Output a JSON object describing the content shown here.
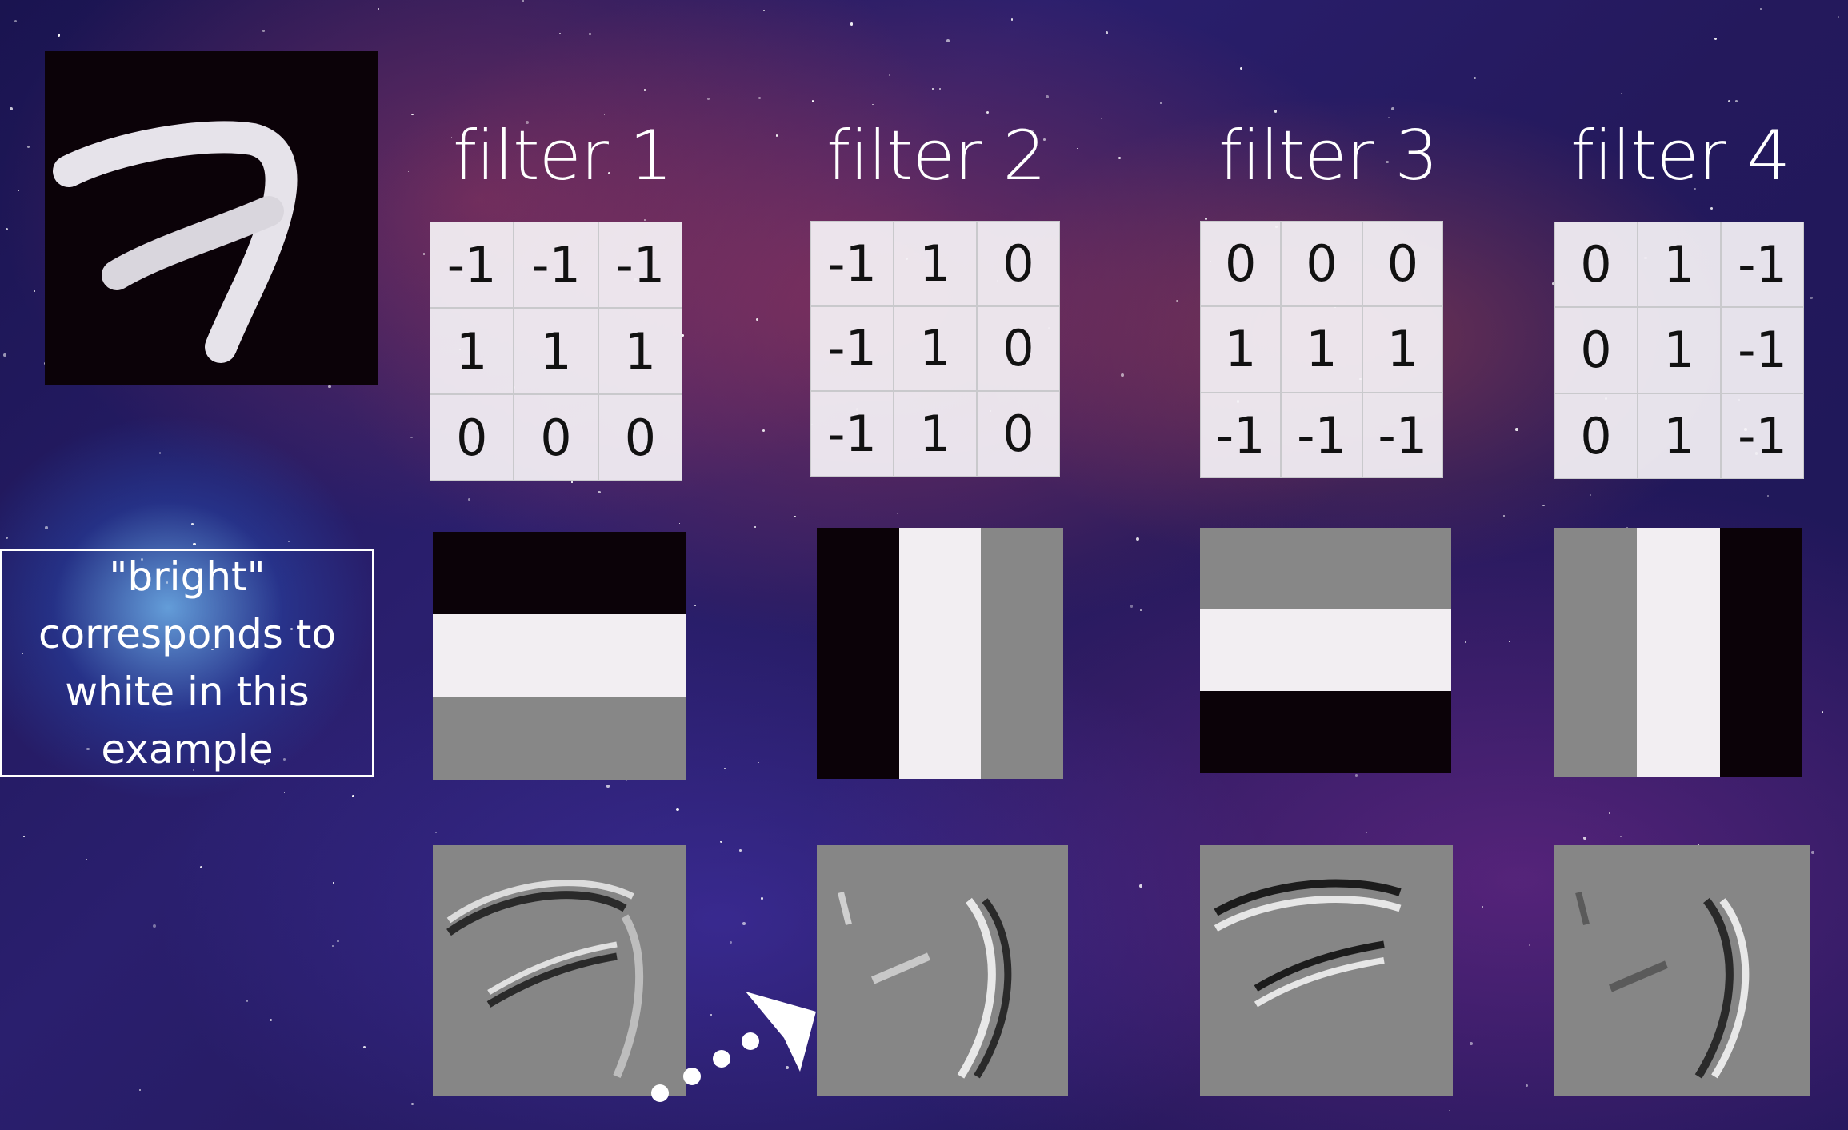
{
  "filters": [
    {
      "title": "filter 1",
      "matrix": [
        [
          "-1",
          "-1",
          "-1"
        ],
        [
          "1",
          "1",
          "1"
        ],
        [
          "0",
          "0",
          "0"
        ]
      ]
    },
    {
      "title": "filter 2",
      "matrix": [
        [
          "-1",
          "1",
          "0"
        ],
        [
          "-1",
          "1",
          "0"
        ],
        [
          "-1",
          "1",
          "0"
        ]
      ]
    },
    {
      "title": "filter 3",
      "matrix": [
        [
          "0",
          "0",
          "0"
        ],
        [
          "1",
          "1",
          "1"
        ],
        [
          "-1",
          "-1",
          "-1"
        ]
      ]
    },
    {
      "title": "filter 4",
      "matrix": [
        [
          "0",
          "1",
          "-1"
        ],
        [
          "0",
          "1",
          "-1"
        ],
        [
          "0",
          "1",
          "-1"
        ]
      ]
    }
  ],
  "note": "\"bright\" corresponds to white in this example",
  "colors": {
    "white": "#f2eef2",
    "gray": "#878787",
    "black": "#0b0208"
  }
}
